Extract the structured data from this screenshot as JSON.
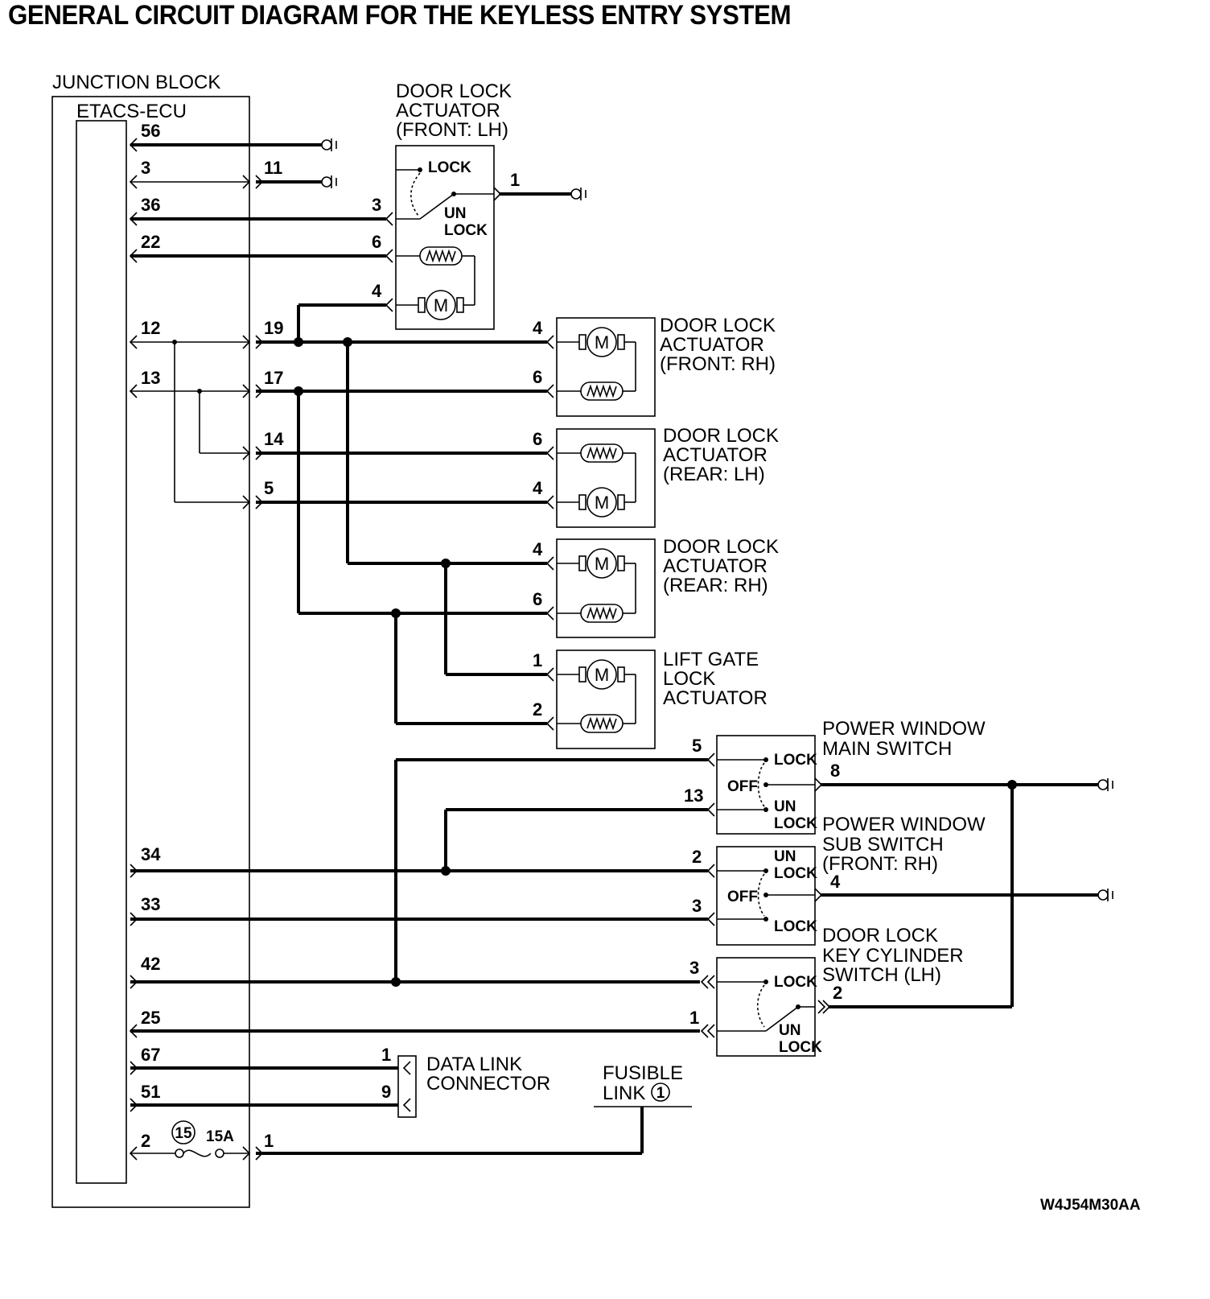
{
  "title": "GENERAL CIRCUIT DIAGRAM FOR THE KEYLESS ENTRY SYSTEM",
  "diagram_code": "W4J54M30AA",
  "junction_block": {
    "label": "JUNCTION BLOCK",
    "ecu_label": "ETACS-ECU",
    "pins": [
      "56",
      "3",
      "36",
      "22",
      "12",
      "13",
      "34",
      "33",
      "42",
      "25",
      "67",
      "51",
      "2"
    ],
    "right_pins": [
      "11",
      "19",
      "17",
      "14",
      "5",
      "1"
    ],
    "fuse_number": "15",
    "fuse_rating": "15A"
  },
  "components": {
    "front_lh": {
      "name": [
        "DOOR LOCK",
        "ACTUATOR",
        "(FRONT: LH)"
      ],
      "pins": [
        "3",
        "6",
        "4",
        "1"
      ],
      "lock": "LOCK",
      "unlock": [
        "UN",
        "LOCK"
      ]
    },
    "front_rh": {
      "name": [
        "DOOR LOCK",
        "ACTUATOR",
        "(FRONT: RH)"
      ],
      "pins": [
        "4",
        "6"
      ]
    },
    "rear_lh": {
      "name": [
        "DOOR LOCK",
        "ACTUATOR",
        "(REAR: LH)"
      ],
      "pins": [
        "6",
        "4"
      ]
    },
    "rear_rh": {
      "name": [
        "DOOR LOCK",
        "ACTUATOR",
        "(REAR: RH)"
      ],
      "pins": [
        "4",
        "6"
      ]
    },
    "lift_gate": {
      "name": [
        "LIFT GATE",
        "LOCK",
        "ACTUATOR"
      ],
      "pins": [
        "1",
        "2"
      ]
    },
    "pw_main": {
      "name": [
        "POWER WINDOW",
        "MAIN SWITCH"
      ],
      "pins": [
        "5",
        "13",
        "8"
      ],
      "lock": "LOCK",
      "off": "OFF",
      "unlock": [
        "UN",
        "LOCK"
      ]
    },
    "pw_sub": {
      "name": [
        "POWER WINDOW",
        "SUB SWITCH",
        "(FRONT: RH)"
      ],
      "pins": [
        "2",
        "3",
        "4"
      ],
      "lock": "LOCK",
      "off": "OFF",
      "unlock": [
        "UN",
        "LOCK"
      ]
    },
    "key_cyl": {
      "name": [
        "DOOR LOCK",
        "KEY CYLINDER",
        "SWITCH (LH)"
      ],
      "pins": [
        "3",
        "1",
        "2"
      ],
      "lock": "LOCK",
      "unlock": [
        "UN",
        "LOCK"
      ]
    },
    "dlc": {
      "name": [
        "DATA LINK",
        "CONNECTOR"
      ],
      "pins": [
        "1",
        "9"
      ]
    },
    "fusible": {
      "name": [
        "FUSIBLE",
        "LINK"
      ],
      "number": "1"
    }
  },
  "symbols": {
    "motor": "M"
  }
}
